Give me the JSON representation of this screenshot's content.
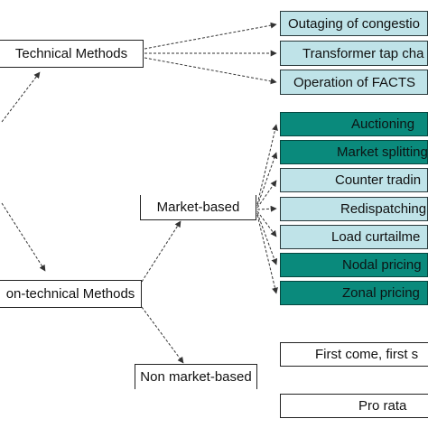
{
  "nodes": {
    "technical": "Technical Methods",
    "non_technical": "on-technical Methods",
    "market_based": "Market-based",
    "non_market_based": "Non market-based"
  },
  "technical_items": [
    "Outaging of congestio",
    "Transformer tap cha",
    "Operation of FACTS"
  ],
  "market_items": [
    "Auctioning",
    "Market splitting",
    "Counter tradin",
    "Redispatching",
    "Load curtailme",
    "Nodal pricing",
    "Zonal pricing"
  ],
  "non_market_items": [
    "First come, first s",
    "Pro rata"
  ],
  "colors": {
    "light_fill": "#bfe3e8",
    "dark_fill": "#0a8a7c",
    "line": "#333333"
  }
}
